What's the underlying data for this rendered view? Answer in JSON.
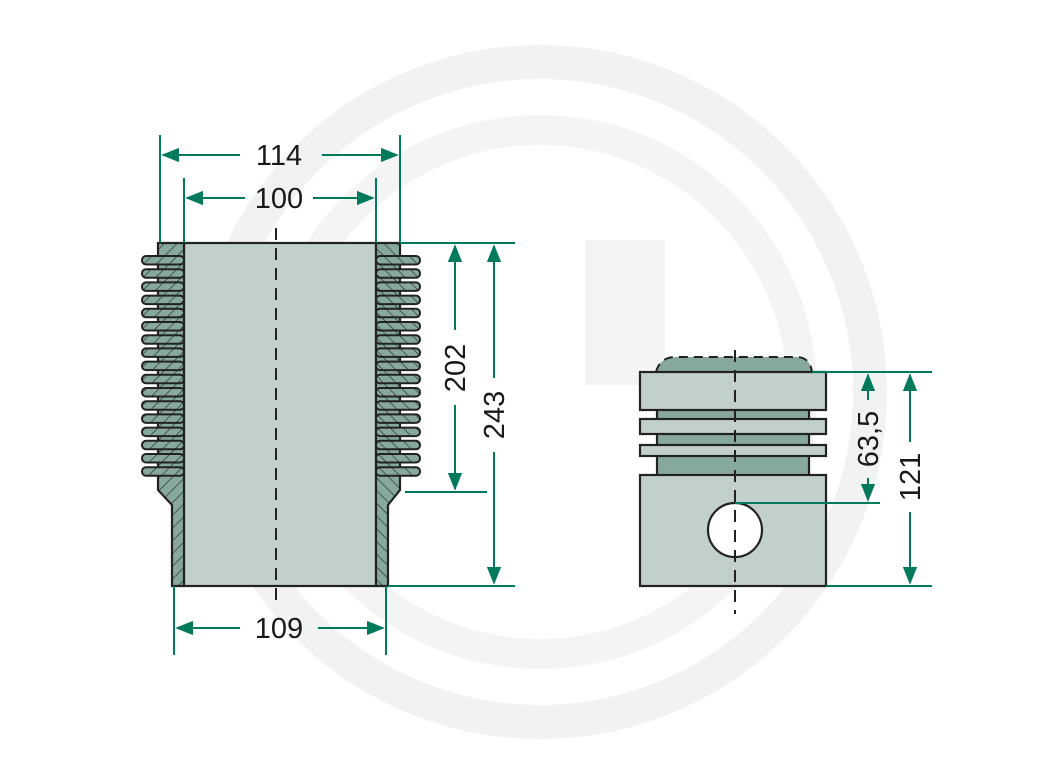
{
  "colors": {
    "light_fill": "#c2d0cc",
    "dark_fill": "#86a89d",
    "dimension_line": "#00795c",
    "outline": "#222222",
    "watermark": "#f1f3f2"
  },
  "cylinder_liner": {
    "outer_diameter": "114",
    "bore_diameter": "100",
    "collar_diameter": "109",
    "finned_length": "202",
    "total_length": "243"
  },
  "piston": {
    "compression_height": "63,5",
    "total_height": "121"
  }
}
